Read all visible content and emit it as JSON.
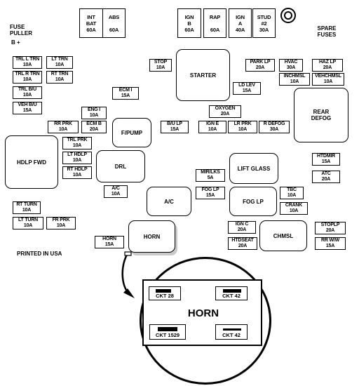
{
  "labels": {
    "fuse_puller": "FUSE\nPULLER",
    "b_plus": "B +",
    "spare_fuses": "SPARE\nFUSES",
    "printed": "PRINTED IN USA"
  },
  "fuses": {
    "int_bat": "INT\nBAT\n60A",
    "abs": "ABS\n\n60A",
    "ign_b": "IGN\nB\n60A",
    "rap": "RAP\n\n60A",
    "ign_a": "IGN\nA\n40A",
    "stud_2": "STUD\n#2\n30A",
    "stop": "STOP\n10A",
    "park_lp": "PARK LP\n20A",
    "hvac": "HVAC\n30A",
    "haz_lp": "HAZ LP\n20A",
    "inchmsl": "INCHMSL\n10A",
    "veh_chmsl": "VEHCHMSL\n10A",
    "trl_l_trn": "TRL L TRN\n10A",
    "lt_trn": "LT TRN\n10A",
    "trl_r_trn": "TRL R TRN\n10A",
    "rt_trn": "RT TRN\n10A",
    "trl_b_u": "TRL B/U\n10A",
    "vehb_u": "VEH B/U\n15A",
    "ecm_i": "ECM I\n15A",
    "ld_lev": "LD LEV\n15A",
    "oxygen": "OXYGEN\n20A",
    "eng_i": "ENG I\n10A",
    "rr_prk": "RR PRK\n10A",
    "ecm_b": "ECM B\n20A",
    "b_u_lp": "B/U LP\n15A",
    "ign_e": "IGN E\n10A",
    "lr_prk": "LR PRK\n10A",
    "r_defog": "R DEFOG\n30A",
    "trl_prk": "TRL PRK\n10A",
    "lt_hdlp": "LT HDLP\n10A",
    "rt_hdlp": "RT HDLP\n10A",
    "htdmir": "HTDMIR\n15A",
    "atc": "ATC\n20A",
    "mirlks": "MIR/LKS\n5A",
    "ac_fuse": "A/C\n10A",
    "fog_lp": "FOG LP\n15A",
    "tbc": "TBC\n10A",
    "crank": "CRANK\n10A",
    "rt_turn": "RT TURN\n10A",
    "lt_turn": "LT TURN\n10A",
    "fr_prk": "FR PRK\n10A",
    "ign_c": "IGN C\n20A",
    "htdseat": "HTDSEAT\n20A",
    "stoplp": "STOPLP\n20A",
    "rr_wiper": "RR W/W\n15A",
    "horn_fuse": "HORN\n15A"
  },
  "relays": {
    "starter": "STARTER",
    "rear_defog": "REAR\nDEFOG",
    "hdlp_fwd": "HDLP FWD",
    "f_pump": "F/PUMP",
    "drl": "DRL",
    "lift_glass": "LIFT GLASS",
    "ac": "A/C",
    "fog_lp": "FOG LP",
    "horn": "HORN",
    "chmsl": "CHMSL"
  },
  "detail": {
    "title": "HORN",
    "ckt_tl": "CKT 28",
    "ckt_tr": "CKT 42",
    "ckt_bl": "CKT 1529",
    "ckt_br": "CKT 42"
  }
}
